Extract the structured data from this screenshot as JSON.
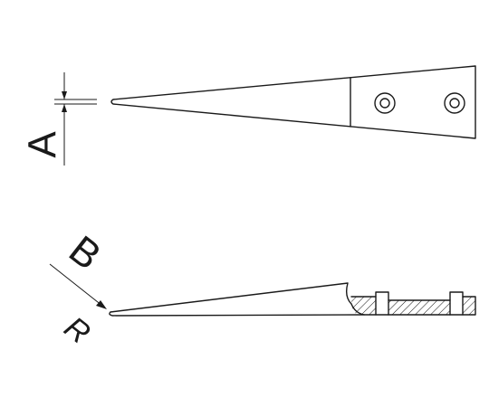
{
  "labels": {
    "tip_width": "A",
    "tip_bevel": "B",
    "tip_radius": "R"
  },
  "colors": {
    "line": "#1a1a1a",
    "background": "#ffffff"
  }
}
